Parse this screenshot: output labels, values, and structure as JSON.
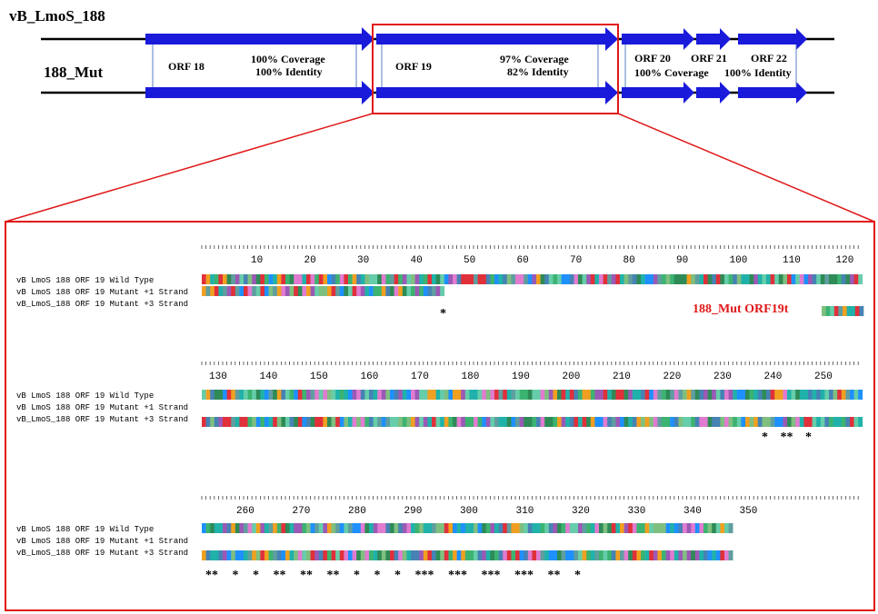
{
  "genome_top": "vB_LmoS_188",
  "genome_bottom": "188_Mut",
  "orfs": [
    {
      "name": "ORF 18",
      "coverage": "100% Coverage",
      "identity": "100% Identity"
    },
    {
      "name": "ORF 19",
      "coverage": "97% Coverage",
      "identity": "82% Identity"
    },
    {
      "name": "ORF 20",
      "coverage": "100% Coverage",
      "identity": ""
    },
    {
      "name": "ORF 21",
      "coverage": "",
      "identity": ""
    },
    {
      "name": "ORF 22",
      "coverage": "",
      "identity": "100% Identity"
    }
  ],
  "alignment": {
    "row_labels": [
      "vB LmoS 188 ORF 19 Wild Type",
      "vB LmoS 188 ORF 19 Mutant +1 Strand",
      "vB_LmoS_188 ORF 19 Mutant +3 Strand"
    ],
    "annotation": "188_Mut ORF19t",
    "blocks": [
      {
        "ticks": [
          "10",
          "20",
          "30",
          "40",
          "50",
          "60",
          "70",
          "80",
          "90",
          "100",
          "110",
          "120"
        ]
      },
      {
        "ticks": [
          "130",
          "140",
          "150",
          "160",
          "170",
          "180",
          "190",
          "200",
          "210",
          "220",
          "230",
          "240",
          "250"
        ]
      },
      {
        "ticks": [
          "260",
          "270",
          "280",
          "290",
          "300",
          "310",
          "320",
          "330",
          "340",
          "350"
        ]
      }
    ],
    "stars_1": "*",
    "stars_2": "* ** *",
    "stars_3": "** * * ** ** ** * * * *** *** *** *** ** *"
  },
  "colors": {
    "arrow": "#1a1adb",
    "frame": "#e01818"
  }
}
